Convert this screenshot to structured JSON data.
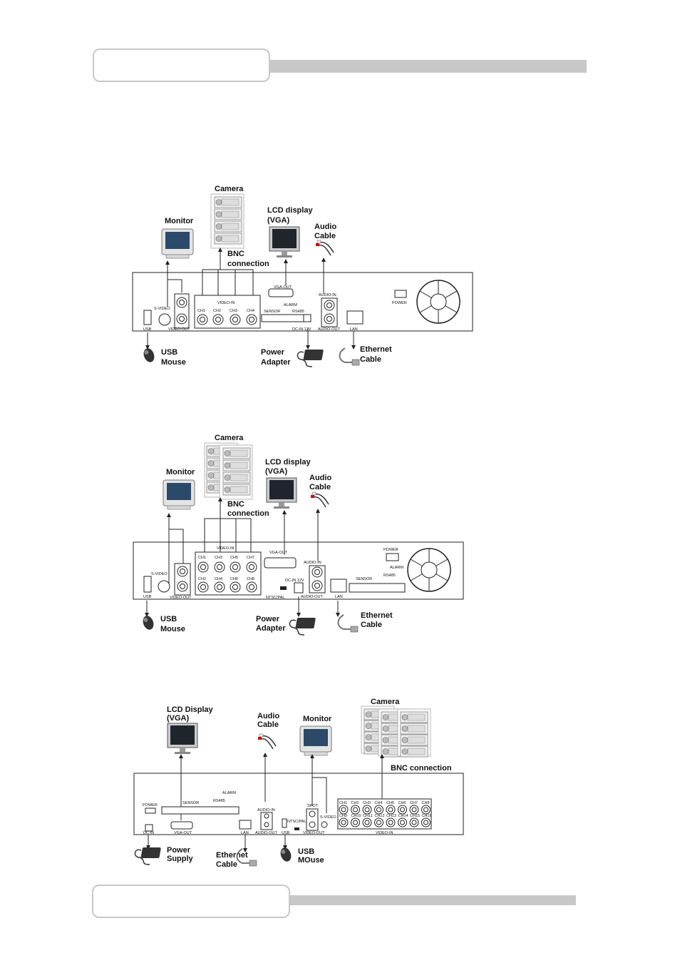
{
  "d1": {
    "camera": "Camera",
    "monitor": "Monitor",
    "lcd1": "LCD display",
    "lcd2": "(VGA)",
    "audio1": "Audio",
    "audio2": "Cable",
    "bnc1": "BNC",
    "bnc2": "connection",
    "usb1": "USB",
    "usb2": "Mouse",
    "power1": "Power",
    "power2": "Adapter",
    "eth1": "Ethernet",
    "eth2": "Cable",
    "p_svideo": "S-VIDEO",
    "p_usb": "USB",
    "p_videoout": "VIDEO-OUT",
    "p_videoin": "VIDEO-IN",
    "p_ch1": "CH1",
    "p_ch2": "CH2",
    "p_ch3": "CH3",
    "p_ch4": "CH4",
    "p_vgaout": "VGA-OUT",
    "p_alarm": "ALARM",
    "p_sensor": "SENSOR",
    "p_rs485": "RS485",
    "p_dcin": "DC-IN 12V",
    "p_audioin": "AUDIO-IN",
    "p_audioout": "AUDIO-OUT",
    "p_lan": "LAN",
    "p_power": "POWER"
  },
  "d2": {
    "camera": "Camera",
    "monitor": "Monitor",
    "lcd1": "LCD display",
    "lcd2": "(VGA)",
    "audio1": "Audio",
    "audio2": "Cable",
    "bnc1": "BNC",
    "bnc2": "connection",
    "usb1": "USB",
    "usb2": "Mouse",
    "power1": "Power",
    "power2": "Adapter",
    "eth1": "Ethernet",
    "eth2": "Cable",
    "p_svideo": "S-VIDEO",
    "p_usb": "USB",
    "p_videoout": "VIDEO-OUT",
    "p_videoin": "VIDEO-IN",
    "p_ch1": "CH1",
    "p_ch3": "CH3",
    "p_ch5": "CH5",
    "p_ch7": "CH7",
    "p_ch2": "CH2",
    "p_ch4": "CH4",
    "p_ch6": "CH6",
    "p_ch8": "CH8",
    "p_vgaout": "VGA-OUT",
    "p_ntscpal": "NTSC/PAL",
    "p_dcin": "DC-IN 12V",
    "p_audioin": "AUDIO-IN",
    "p_audioout": "AUDIO-OUT",
    "p_lan": "LAN",
    "p_power": "POWER",
    "p_sensor": "SENSOR",
    "p_alarm": "ALARM",
    "p_rs485": "RS485"
  },
  "d3": {
    "lcd1": "LCD Display",
    "lcd2": "(VGA)",
    "audio1": "Audio",
    "audio2": "Cable",
    "monitor": "Monitor",
    "camera": "Camera",
    "bnc": "BNC connection",
    "power1": "Power",
    "power2": "Supply",
    "eth1": "Ethernet",
    "eth2": "Cable",
    "usb1": "USB",
    "usb2": "MOuse",
    "p_power": "POWER",
    "p_sensor": "SENSOR",
    "p_alarm": "ALARM",
    "p_rs485": "RS485",
    "p_audioin": "AUDIO-IN",
    "p_ntscpal": "NTSC/PAL",
    "p_spot": "SPOT",
    "p_svideo": "S-VIDEO",
    "p_dcin": "DC-IN",
    "p_vgaout": "VGA-OUT",
    "p_lan": "LAN",
    "p_audioout": "AUDIO-OUT",
    "p_usb": "USB",
    "p_videoout": "VIDEO-OUT",
    "p_videoin": "VIDEO-IN",
    "ch_top": [
      "CH1",
      "CH2",
      "CH3",
      "CH4",
      "CH5",
      "CH6",
      "CH7",
      "CH8"
    ],
    "ch_bot": [
      "CH9",
      "CH10",
      "CH11",
      "CH12",
      "CH13",
      "CH14",
      "CH15",
      "CH16"
    ]
  }
}
